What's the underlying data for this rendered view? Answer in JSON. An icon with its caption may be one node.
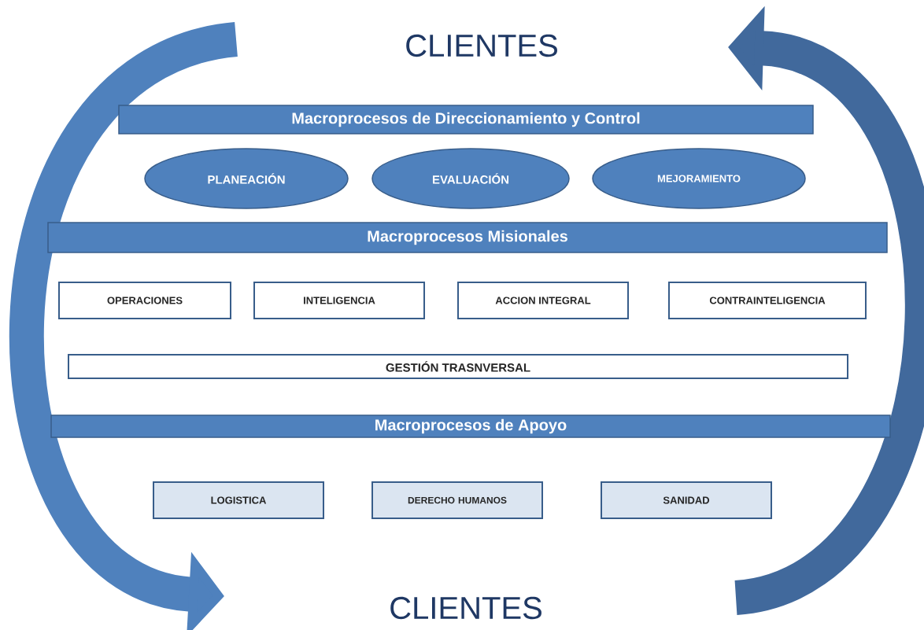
{
  "diagram": {
    "nodes": [
      {
        "text": [
          "Macroprocesos de Direccionamiento y Control"
        ]
      },
      {
        "text": [
          "PLANEACIÓN"
        ]
      },
      {
        "text": [
          "EVALUACIÓN"
        ]
      },
      {
        "text": [
          "MEJORAMIENTO"
        ]
      },
      {
        "text": [
          "Macroprocesos Misionales"
        ]
      },
      {
        "text": [
          "OPERACIONES"
        ]
      },
      {
        "text": [
          "INTELIGENCIA"
        ]
      },
      {
        "text": [
          "ACCION INTEGRAL"
        ]
      },
      {
        "text": [
          "CONTRAINTELIGENCIA"
        ]
      },
      {
        "text": [
          "GESTIÓN TRASNVERSAL"
        ]
      },
      {
        "text": [
          "Macroprocesos de Apoyo"
        ]
      },
      {
        "text": [
          "LOGISTICA"
        ]
      },
      {
        "text": [
          "DERECHO HUMANOS"
        ]
      },
      {
        "text": [
          "SANIDAD"
        ]
      }
    ],
    "labels": [
      "CLIENTES",
      "CLIENTES"
    ]
  }
}
